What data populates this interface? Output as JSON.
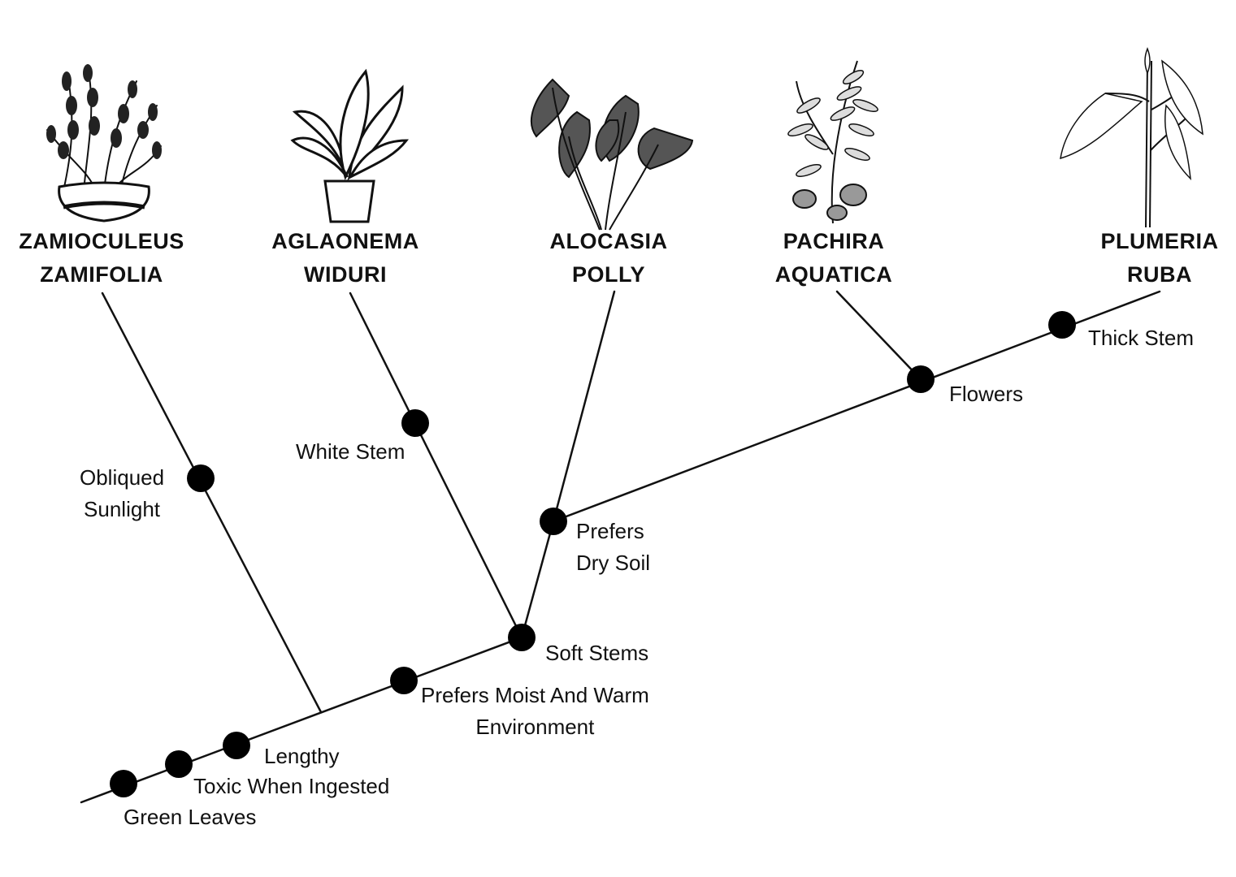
{
  "diagram": {
    "type": "cladogram",
    "colors": {
      "line": "#111111",
      "node": "#000000",
      "text": "#111111",
      "background": "#ffffff"
    },
    "taxa": [
      {
        "id": "zamioculeus",
        "lines": [
          "ZAMIOCULEUS",
          "ZAMIFOLIA"
        ],
        "icon": "zz-plant-in-bowl-pot-icon"
      },
      {
        "id": "aglaonema",
        "lines": [
          "AGLAONEMA",
          "WIDURI"
        ],
        "icon": "aglaonema-in-pot-icon"
      },
      {
        "id": "alocasia",
        "lines": [
          "ALOCASIA",
          "POLLY"
        ],
        "icon": "alocasia-leaves-icon"
      },
      {
        "id": "pachira",
        "lines": [
          "PACHIRA",
          "AQUATICA"
        ],
        "icon": "pachira-branch-with-nuts-icon"
      },
      {
        "id": "plumeria",
        "lines": [
          "PLUMERIA",
          "RUBA"
        ],
        "icon": "plumeria-stem-icon"
      }
    ],
    "traits": [
      {
        "id": "green-leaves",
        "lines": [
          "Green Leaves"
        ]
      },
      {
        "id": "toxic",
        "lines": [
          "Toxic When Ingested"
        ]
      },
      {
        "id": "lengthy",
        "lines": [
          "Lengthy"
        ]
      },
      {
        "id": "moist-warm",
        "lines": [
          "Prefers Moist And Warm",
          "Environment"
        ]
      },
      {
        "id": "soft-stems",
        "lines": [
          "Soft Stems"
        ]
      },
      {
        "id": "obliqued-sunlight",
        "lines": [
          "Obliqued",
          "Sunlight"
        ]
      },
      {
        "id": "white-stem",
        "lines": [
          "White Stem"
        ]
      },
      {
        "id": "dry-soil",
        "lines": [
          "Prefers",
          "Dry Soil"
        ]
      },
      {
        "id": "flowers",
        "lines": [
          "Flowers"
        ]
      },
      {
        "id": "thick-stem",
        "lines": [
          "Thick Stem"
        ]
      }
    ]
  }
}
